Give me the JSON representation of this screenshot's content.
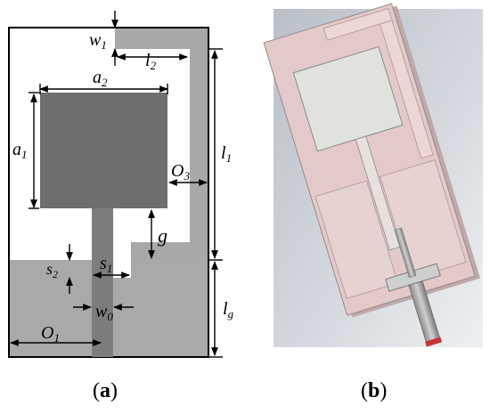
{
  "figure": {
    "panels": [
      {
        "id": "a",
        "caption_open": "(",
        "caption_letter": "a",
        "caption_close": ")"
      },
      {
        "id": "b",
        "caption_open": "(",
        "caption_letter": "b",
        "caption_close": ")"
      }
    ],
    "colors": {
      "board_outline": "#000000",
      "feed_strip": "#a8a8a8",
      "patch": "#6e6e6e",
      "ground": "#a9a9a9",
      "feed_line": "#7d7d7d",
      "substrate_3d": "#e3c9c9",
      "background_3d": "#c9cdd4",
      "coax_tip": "#c83232"
    },
    "dimensions": [
      {
        "name": "w",
        "sub": "1"
      },
      {
        "name": "l",
        "sub": "2"
      },
      {
        "name": "a",
        "sub": "2"
      },
      {
        "name": "a",
        "sub": "1"
      },
      {
        "name": "O",
        "sub": "3"
      },
      {
        "name": "l",
        "sub": "1"
      },
      {
        "name": "g",
        "sub": ""
      },
      {
        "name": "s",
        "sub": "2"
      },
      {
        "name": "s",
        "sub": "1"
      },
      {
        "name": "w",
        "sub": "0"
      },
      {
        "name": "l",
        "sub": "g"
      },
      {
        "name": "O",
        "sub": "1"
      }
    ]
  }
}
